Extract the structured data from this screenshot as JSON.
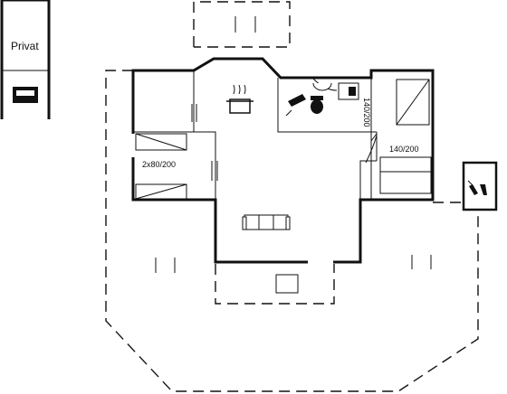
{
  "parking": {
    "label": "Privat",
    "icon": "car-icon"
  },
  "rooms": {
    "bedroom_left": {
      "bed_label": "2x80/200"
    },
    "bedroom_right_top": {
      "bed_label": "140/200"
    },
    "bedroom_right_bottom": {
      "bed_label": "140/200"
    }
  },
  "icons": {
    "kitchen": "cooking-pot-icon",
    "living": "sofa-icon",
    "toilet": "toilet-icon",
    "shower": "shower-icon",
    "sink": "sink-icon",
    "washing": "washing-machine-icon",
    "outdoor_shower": "outdoor-shower-icon"
  }
}
